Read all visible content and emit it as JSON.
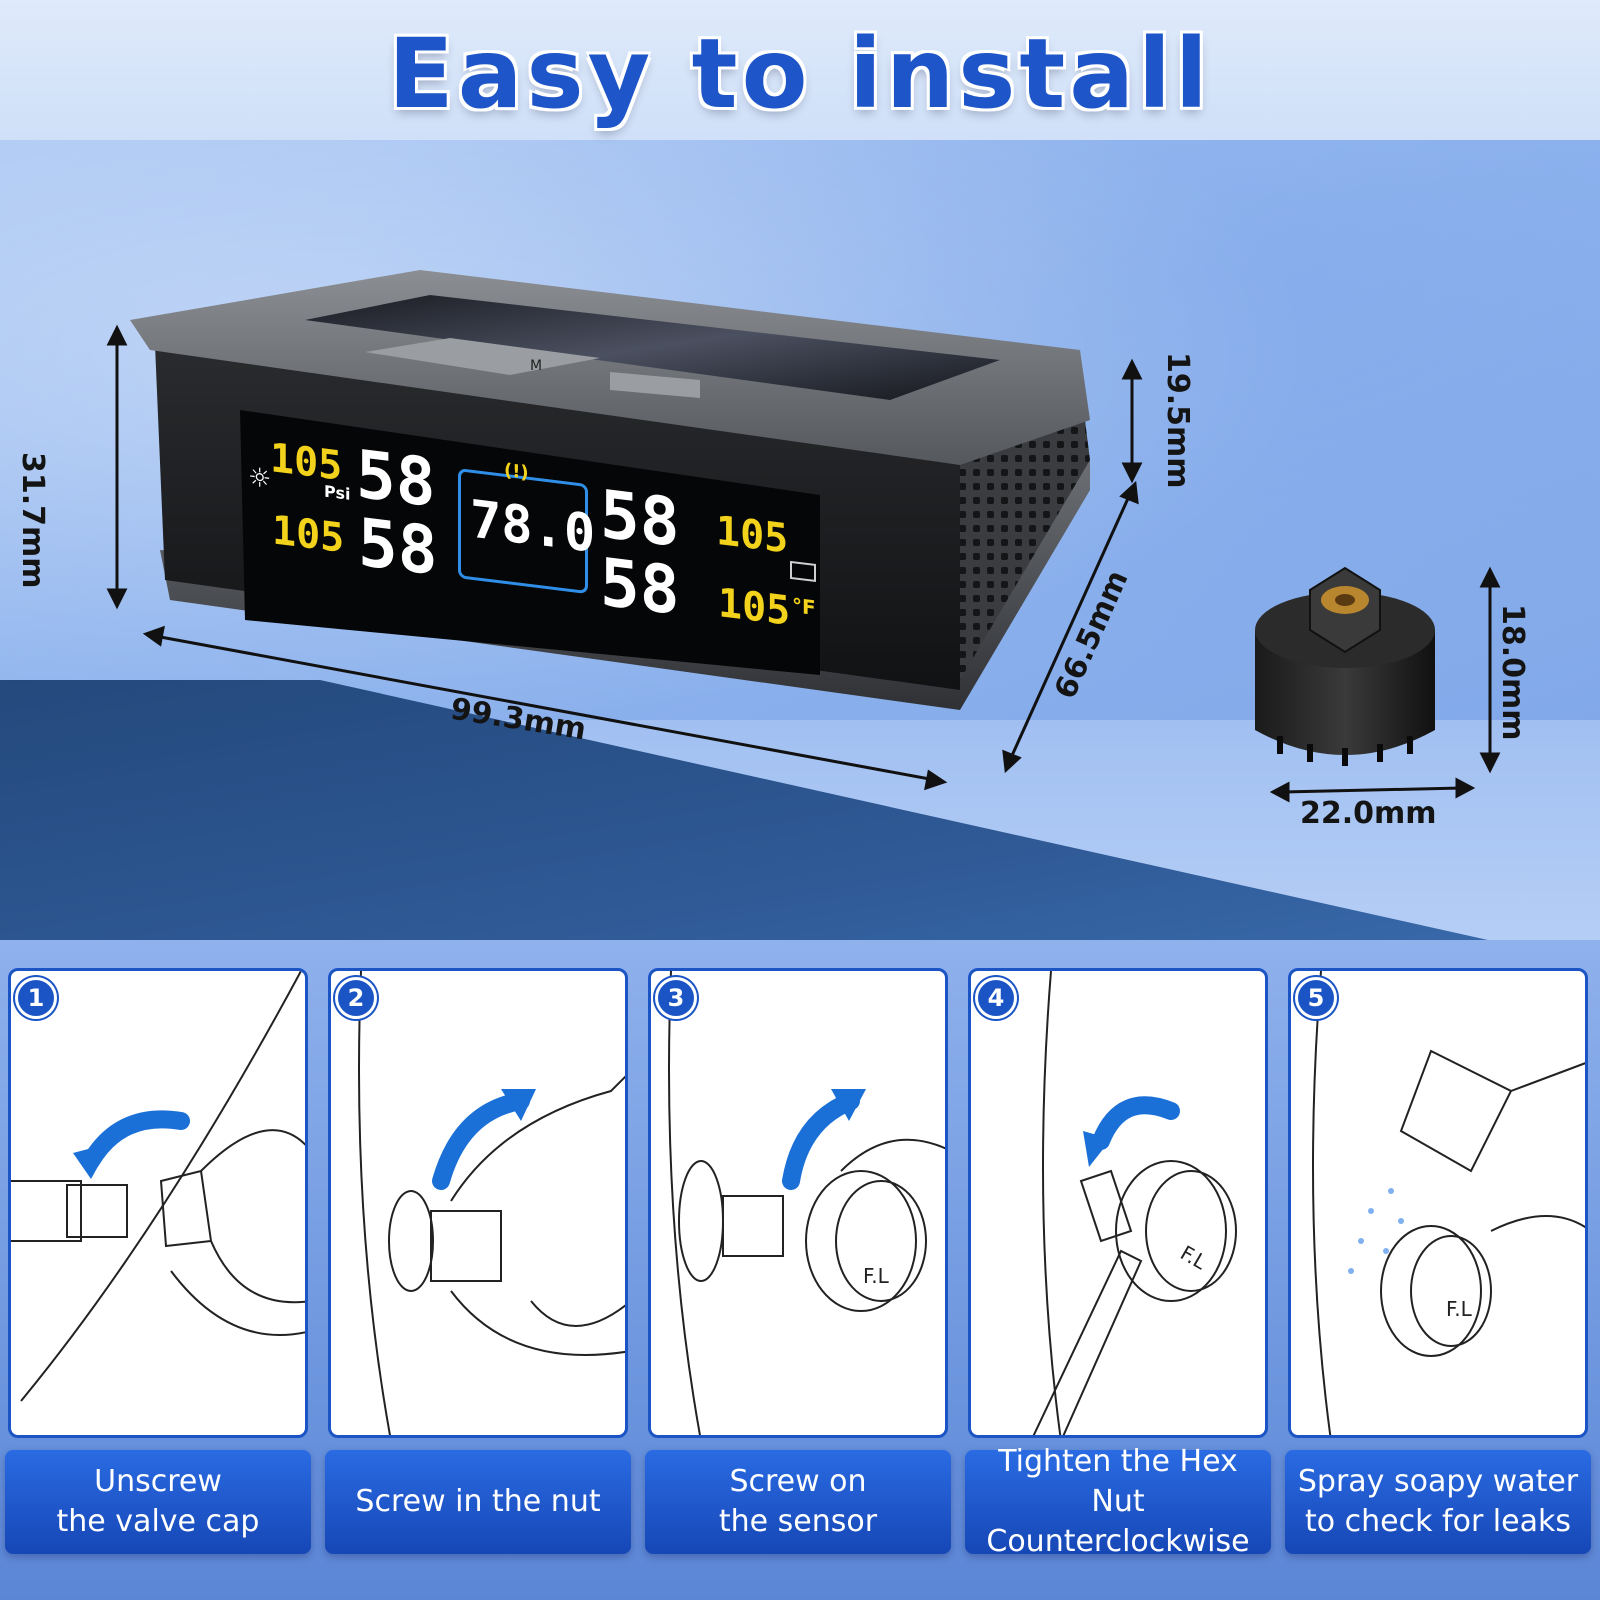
{
  "title": "Easy to install",
  "display": {
    "dimensions": {
      "height": "31.7mm",
      "width": "99.3mm",
      "depth": "66.5mm",
      "panel_height": "19.5mm"
    },
    "screen": {
      "pressure_unit": "Psi",
      "temp_unit": "°F",
      "center_value": "78.0",
      "readings": {
        "front_left_pressure": "58",
        "rear_left_pressure": "58",
        "front_right_pressure": "58",
        "rear_right_pressure": "58",
        "front_left_temp": "105",
        "rear_left_temp": "105",
        "front_right_temp": "105",
        "rear_right_temp": "105"
      },
      "button_label": "M"
    }
  },
  "sensor": {
    "dimensions": {
      "height": "18.0mm",
      "diameter": "22.0mm"
    }
  },
  "steps": [
    {
      "number": "1",
      "caption": "Unscrew\nthe valve cap"
    },
    {
      "number": "2",
      "caption": "Screw in the nut"
    },
    {
      "number": "3",
      "caption": "Screw on\nthe sensor",
      "sensor_text": "F.L"
    },
    {
      "number": "4",
      "caption": "Tighten the Hex Nut\nCounterclockwise",
      "sensor_text": "F.L"
    },
    {
      "number": "5",
      "caption": "Spray soapy water\nto check for leaks",
      "sensor_text": "F.L"
    }
  ],
  "colors": {
    "brand_blue": "#1b54c4",
    "lcd_yellow": "#f2d21b",
    "lcd_white": "#ffffff",
    "lcd_blue": "#2f8fe8"
  }
}
